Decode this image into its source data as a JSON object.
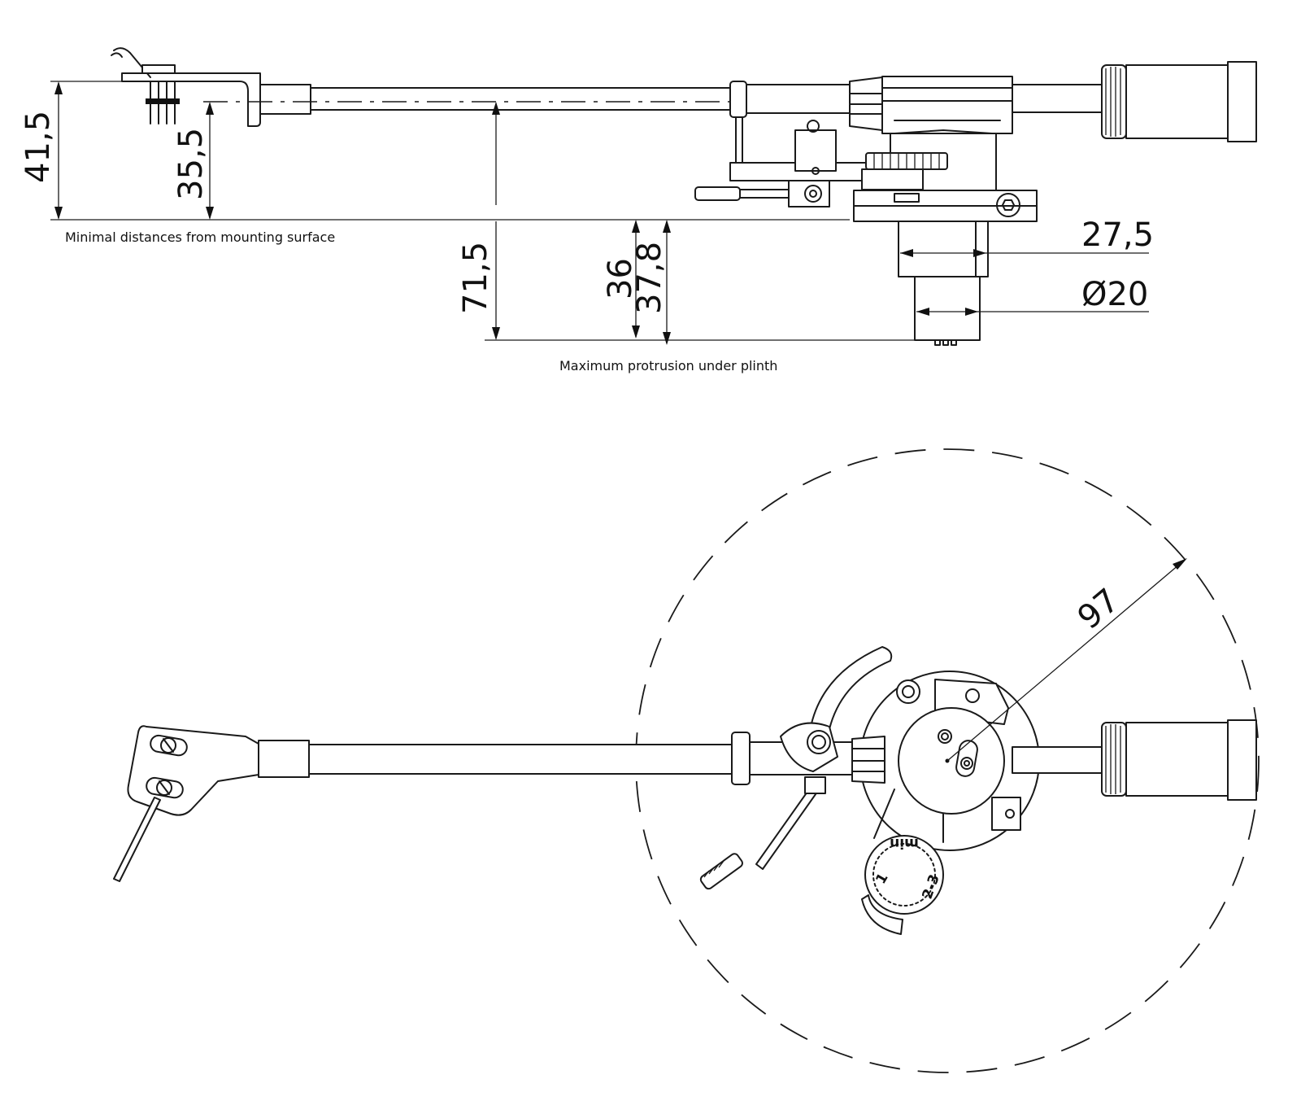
{
  "side_view": {
    "notes": {
      "mounting": "Minimal distances from mounting surface",
      "protrusion": "Maximum protrusion under plinth"
    },
    "dimensions": {
      "height_total": "41,5",
      "height_arm": "35,5",
      "depth_total": "71,5",
      "depth_a": "36",
      "depth_b": "37,8",
      "width": "27,5",
      "diameter": "Ø20"
    }
  },
  "top_view": {
    "dimensions": {
      "radius": "97"
    },
    "dial_labels": {
      "min": "min",
      "one": "1",
      "two_three": "2-3"
    }
  }
}
